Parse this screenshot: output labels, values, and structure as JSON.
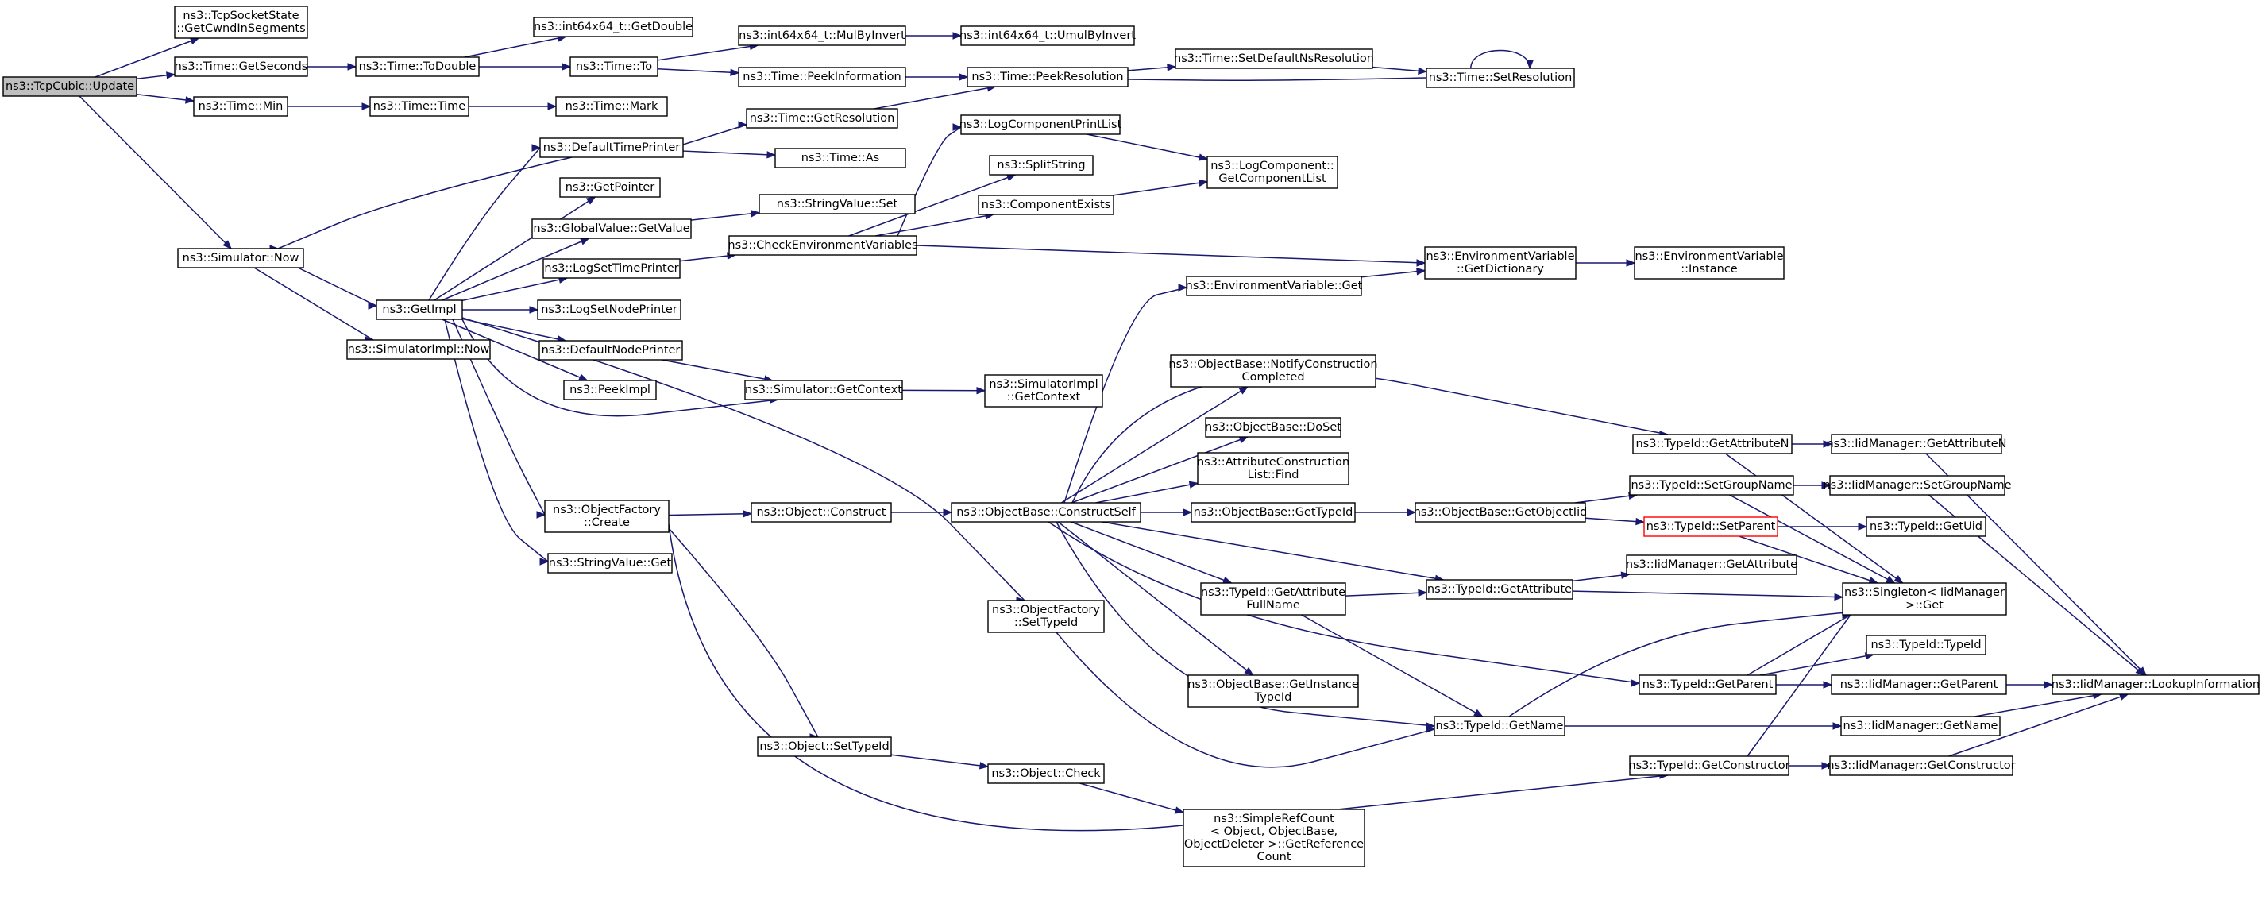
{
  "colors": {
    "edge": "#191970",
    "root_fill": "#bfbfbf",
    "truncated_border": "#ff0000",
    "node_border": "#000000"
  },
  "nodes": [
    {
      "id": "update",
      "lines": [
        "ns3::TcpCubic::Update"
      ],
      "root": true
    },
    {
      "id": "cwnd",
      "lines": [
        "ns3::TcpSocketState",
        "::GetCwndInSegments"
      ]
    },
    {
      "id": "getseconds",
      "lines": [
        "ns3::Time::GetSeconds"
      ]
    },
    {
      "id": "min",
      "lines": [
        "ns3::Time::Min"
      ]
    },
    {
      "id": "simnow",
      "lines": [
        "ns3::Simulator::Now"
      ]
    },
    {
      "id": "todouble",
      "lines": [
        "ns3::Time::ToDouble"
      ]
    },
    {
      "id": "getdouble",
      "lines": [
        "ns3::int64x64_t::GetDouble"
      ]
    },
    {
      "id": "to",
      "lines": [
        "ns3::Time::To"
      ]
    },
    {
      "id": "time",
      "lines": [
        "ns3::Time::Time"
      ]
    },
    {
      "id": "mark",
      "lines": [
        "ns3::Time::Mark"
      ]
    },
    {
      "id": "mulbyinvert",
      "lines": [
        "ns3::int64x64_t::MulByInvert"
      ]
    },
    {
      "id": "umulbyinvert",
      "lines": [
        "ns3::int64x64_t::UmulByInvert"
      ]
    },
    {
      "id": "peekinfo",
      "lines": [
        "ns3::Time::PeekInformation"
      ]
    },
    {
      "id": "peekres",
      "lines": [
        "ns3::Time::PeekResolution"
      ]
    },
    {
      "id": "setdefnsres",
      "lines": [
        "ns3::Time::SetDefaultNsResolution"
      ]
    },
    {
      "id": "setres",
      "lines": [
        "ns3::Time::SetResolution"
      ]
    },
    {
      "id": "getres",
      "lines": [
        "ns3::Time::GetResolution"
      ]
    },
    {
      "id": "deftimeprinter",
      "lines": [
        "ns3::DefaultTimePrinter"
      ]
    },
    {
      "id": "timeas",
      "lines": [
        "ns3::Time::As"
      ]
    },
    {
      "id": "getpointer",
      "lines": [
        "ns3::GetPointer"
      ]
    },
    {
      "id": "gvgetvalue",
      "lines": [
        "ns3::GlobalValue::GetValue"
      ]
    },
    {
      "id": "svset",
      "lines": [
        "ns3::StringValue::Set"
      ]
    },
    {
      "id": "logsettimeprinter",
      "lines": [
        "ns3::LogSetTimePrinter"
      ]
    },
    {
      "id": "checkenv",
      "lines": [
        "ns3::CheckEnvironmentVariables"
      ]
    },
    {
      "id": "logcompprintlist",
      "lines": [
        "ns3::LogComponentPrintList"
      ]
    },
    {
      "id": "splitstring",
      "lines": [
        "ns3::SplitString"
      ]
    },
    {
      "id": "compexists",
      "lines": [
        "ns3::ComponentExists"
      ]
    },
    {
      "id": "getcomplist",
      "lines": [
        "ns3::LogComponent::",
        "GetComponentList"
      ]
    },
    {
      "id": "getimpl",
      "lines": [
        "ns3::GetImpl"
      ]
    },
    {
      "id": "logsetnodeprinter",
      "lines": [
        "ns3::LogSetNodePrinter"
      ]
    },
    {
      "id": "simimplnow",
      "lines": [
        "ns3::SimulatorImpl::Now"
      ]
    },
    {
      "id": "defnodeprinter",
      "lines": [
        "ns3::DefaultNodePrinter"
      ]
    },
    {
      "id": "peekimpl",
      "lines": [
        "ns3::PeekImpl"
      ]
    },
    {
      "id": "simgetcontext",
      "lines": [
        "ns3::Simulator::GetContext"
      ]
    },
    {
      "id": "simimplgetcontext",
      "lines": [
        "ns3::SimulatorImpl",
        "::GetContext"
      ]
    },
    {
      "id": "envget",
      "lines": [
        "ns3::EnvironmentVariable::Get"
      ]
    },
    {
      "id": "envgetdict",
      "lines": [
        "ns3::EnvironmentVariable",
        "::GetDictionary"
      ]
    },
    {
      "id": "envinstance",
      "lines": [
        "ns3::EnvironmentVariable",
        "::Instance"
      ]
    },
    {
      "id": "notifyconstr",
      "lines": [
        "ns3::ObjectBase::NotifyConstruction",
        "Completed"
      ]
    },
    {
      "id": "doset",
      "lines": [
        "ns3::ObjectBase::DoSet"
      ]
    },
    {
      "id": "attrconstrfind",
      "lines": [
        "ns3::AttributeConstruction",
        "List::Find"
      ]
    },
    {
      "id": "obgettypeid",
      "lines": [
        "ns3::ObjectBase::GetTypeId"
      ]
    },
    {
      "id": "obgetobjectiid",
      "lines": [
        "ns3::ObjectBase::GetObjectIid"
      ]
    },
    {
      "id": "ofcreate",
      "lines": [
        "ns3::ObjectFactory",
        "::Create"
      ]
    },
    {
      "id": "objconstruct",
      "lines": [
        "ns3::Object::Construct"
      ]
    },
    {
      "id": "constructself",
      "lines": [
        "ns3::ObjectBase::ConstructSelf"
      ]
    },
    {
      "id": "svget",
      "lines": [
        "ns3::StringValue::Get"
      ]
    },
    {
      "id": "tidgetattrn",
      "lines": [
        "ns3::TypeId::GetAttributeN"
      ]
    },
    {
      "id": "iidgetattrn",
      "lines": [
        "ns3::IidManager::GetAttributeN"
      ]
    },
    {
      "id": "tidsetgroupname",
      "lines": [
        "ns3::TypeId::SetGroupName"
      ]
    },
    {
      "id": "iidsetgroupname",
      "lines": [
        "ns3::IidManager::SetGroupName"
      ]
    },
    {
      "id": "tidsetparent",
      "lines": [
        "ns3::TypeId::SetParent"
      ],
      "truncated": true
    },
    {
      "id": "tidgetuid",
      "lines": [
        "ns3::TypeId::GetUid"
      ]
    },
    {
      "id": "iidgetattr",
      "lines": [
        "ns3::IidManager::GetAttribute"
      ]
    },
    {
      "id": "tidgetattrfull",
      "lines": [
        "ns3::TypeId::GetAttribute",
        "FullName"
      ]
    },
    {
      "id": "tidgetattr",
      "lines": [
        "ns3::TypeId::GetAttribute"
      ]
    },
    {
      "id": "singletonget",
      "lines": [
        "ns3::Singleton< IidManager",
        " >::Get"
      ]
    },
    {
      "id": "ofsettypeid",
      "lines": [
        "ns3::ObjectFactory",
        "::SetTypeId"
      ]
    },
    {
      "id": "tidtypeid",
      "lines": [
        "ns3::TypeId::TypeId"
      ]
    },
    {
      "id": "obgetinstance",
      "lines": [
        "ns3::ObjectBase::GetInstance",
        "TypeId"
      ]
    },
    {
      "id": "tidgetparent",
      "lines": [
        "ns3::TypeId::GetParent"
      ]
    },
    {
      "id": "iidgetparent",
      "lines": [
        "ns3::IidManager::GetParent"
      ]
    },
    {
      "id": "iidlookup",
      "lines": [
        "ns3::IidManager::LookupInformation"
      ]
    },
    {
      "id": "tidgetname",
      "lines": [
        "ns3::TypeId::GetName"
      ]
    },
    {
      "id": "iidgetname",
      "lines": [
        "ns3::IidManager::GetName"
      ]
    },
    {
      "id": "objsettypeid",
      "lines": [
        "ns3::Object::SetTypeId"
      ]
    },
    {
      "id": "tidgetconstructor",
      "lines": [
        "ns3::TypeId::GetConstructor"
      ]
    },
    {
      "id": "iidgetconstructor",
      "lines": [
        "ns3::IidManager::GetConstructor"
      ]
    },
    {
      "id": "objcheck",
      "lines": [
        "ns3::Object::Check"
      ]
    },
    {
      "id": "simplerefcount",
      "lines": [
        "ns3::SimpleRefCount",
        "< Object, ObjectBase,",
        " ObjectDeleter >::GetReference",
        "Count"
      ]
    }
  ],
  "edges": [
    [
      "update",
      "cwnd"
    ],
    [
      "update",
      "getseconds"
    ],
    [
      "update",
      "min"
    ],
    [
      "update",
      "simnow"
    ],
    [
      "getseconds",
      "todouble"
    ],
    [
      "todouble",
      "getdouble"
    ],
    [
      "todouble",
      "to"
    ],
    [
      "to",
      "mulbyinvert"
    ],
    [
      "to",
      "peekinfo"
    ],
    [
      "mulbyinvert",
      "umulbyinvert"
    ],
    [
      "peekinfo",
      "peekres"
    ],
    [
      "peekres",
      "setdefnsres"
    ],
    [
      "setdefnsres",
      "setres"
    ],
    [
      "setres",
      "peekres"
    ],
    [
      "setres",
      "setres"
    ],
    [
      "min",
      "time"
    ],
    [
      "time",
      "mark"
    ],
    [
      "getres",
      "peekres"
    ],
    [
      "simnow",
      "getimpl"
    ],
    [
      "simnow",
      "simimplnow"
    ],
    [
      "deftimeprinter",
      "getres"
    ],
    [
      "deftimeprinter",
      "timeas"
    ],
    [
      "deftimeprinter",
      "simnow"
    ],
    [
      "getimpl",
      "deftimeprinter"
    ],
    [
      "getimpl",
      "getpointer"
    ],
    [
      "getimpl",
      "gvgetvalue"
    ],
    [
      "getimpl",
      "logsettimeprinter"
    ],
    [
      "getimpl",
      "logsetnodeprinter"
    ],
    [
      "getimpl",
      "defnodeprinter"
    ],
    [
      "getimpl",
      "peekimpl"
    ],
    [
      "getimpl",
      "simgetcontext"
    ],
    [
      "getimpl",
      "ofcreate"
    ],
    [
      "getimpl",
      "svget"
    ],
    [
      "getimpl",
      "ofsettypeid"
    ],
    [
      "gvgetvalue",
      "svset"
    ],
    [
      "logsettimeprinter",
      "checkenv"
    ],
    [
      "checkenv",
      "logcompprintlist"
    ],
    [
      "checkenv",
      "splitstring"
    ],
    [
      "checkenv",
      "compexists"
    ],
    [
      "checkenv",
      "envgetdict"
    ],
    [
      "logcompprintlist",
      "getcomplist"
    ],
    [
      "compexists",
      "getcomplist"
    ],
    [
      "defnodeprinter",
      "simgetcontext"
    ],
    [
      "simgetcontext",
      "simimplgetcontext"
    ],
    [
      "envget",
      "envgetdict"
    ],
    [
      "envgetdict",
      "envinstance"
    ],
    [
      "ofcreate",
      "objconstruct"
    ],
    [
      "ofcreate",
      "objsettypeid"
    ],
    [
      "ofcreate",
      "tidgetconstructor"
    ],
    [
      "objconstruct",
      "constructself"
    ],
    [
      "constructself",
      "envget"
    ],
    [
      "constructself",
      "tidgetattrn"
    ],
    [
      "constructself",
      "notifyconstr"
    ],
    [
      "constructself",
      "doset"
    ],
    [
      "constructself",
      "attrconstrfind"
    ],
    [
      "constructself",
      "obgettypeid"
    ],
    [
      "constructself",
      "tidgetattr"
    ],
    [
      "constructself",
      "tidgetattrfull"
    ],
    [
      "constructself",
      "obgetinstance"
    ],
    [
      "constructself",
      "tidgetparent"
    ],
    [
      "constructself",
      "tidgetname"
    ],
    [
      "obgettypeid",
      "obgetobjectiid"
    ],
    [
      "obgetobjectiid",
      "tidsetgroupname"
    ],
    [
      "obgetobjectiid",
      "tidsetparent"
    ],
    [
      "tidgetattrn",
      "iidgetattrn"
    ],
    [
      "tidgetattrn",
      "singletonget"
    ],
    [
      "tidsetgroupname",
      "iidsetgroupname"
    ],
    [
      "tidsetgroupname",
      "singletonget"
    ],
    [
      "tidsetparent",
      "tidgetuid"
    ],
    [
      "tidsetparent",
      "singletonget"
    ],
    [
      "tidgetattr",
      "iidgetattr"
    ],
    [
      "tidgetattr",
      "singletonget"
    ],
    [
      "tidgetattrfull",
      "tidgetattr"
    ],
    [
      "tidgetattrfull",
      "tidgetname"
    ],
    [
      "tidgetparent",
      "singletonget"
    ],
    [
      "tidgetparent",
      "tidtypeid"
    ],
    [
      "tidgetparent",
      "iidgetparent"
    ],
    [
      "iidgetparent",
      "iidlookup"
    ],
    [
      "iidgetattrn",
      "iidlookup"
    ],
    [
      "iidsetgroupname",
      "iidlookup"
    ],
    [
      "tidgetname",
      "singletonget"
    ],
    [
      "tidgetname",
      "iidgetname"
    ],
    [
      "iidgetname",
      "iidlookup"
    ],
    [
      "ofsettypeid",
      "tidgetname"
    ],
    [
      "objsettypeid",
      "objcheck"
    ],
    [
      "objcheck",
      "simplerefcount"
    ],
    [
      "tidgetconstructor",
      "singletonget"
    ],
    [
      "tidgetconstructor",
      "iidgetconstructor"
    ],
    [
      "iidgetconstructor",
      "iidlookup"
    ]
  ]
}
